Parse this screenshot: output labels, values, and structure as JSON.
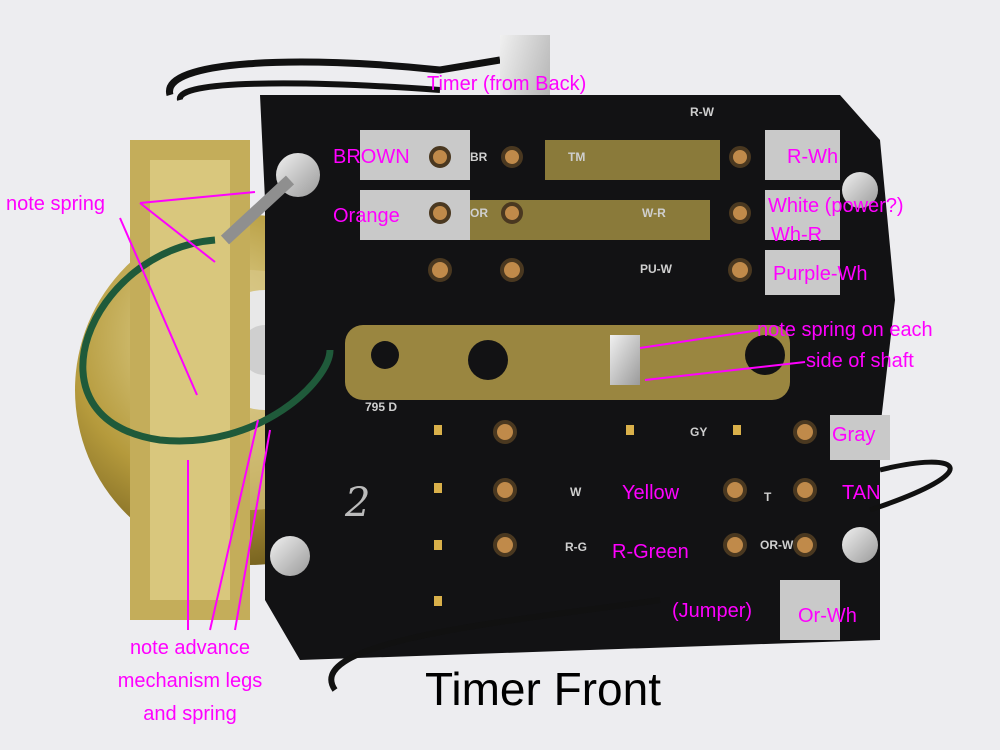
{
  "title": "Timer Front",
  "labels": {
    "timer_back": "Timer (from Back)",
    "brown": "BROWN",
    "orange": "Orange",
    "r_wh": "R-Wh",
    "white_power": "White (power?)",
    "wh_r": "Wh-R",
    "purple_wh": "Purple-Wh",
    "note_spring": "note spring",
    "note_spring_shaft_1": "note spring on each",
    "note_spring_shaft_2": "side of shaft",
    "gray": "Gray",
    "yellow": "Yellow",
    "tan": "TAN",
    "r_green": "R-Green",
    "jumper": "(Jumper)",
    "or_wh": "Or-Wh",
    "note_advance_1": "note advance",
    "note_advance_2": "mechanism legs",
    "note_advance_3": "and spring"
  },
  "terminal_marks": {
    "br": "BR",
    "tm": "TM",
    "rw": "R-W",
    "or": "OR",
    "wr": "W-R",
    "puw": "PU-W",
    "gy": "GY",
    "w": "W",
    "t": "T",
    "rg": "R-G",
    "orw": "OR-W",
    "part": "795 D",
    "hand": "2"
  },
  "colors": {
    "annotation": "#ff00ff",
    "board": "#121214",
    "brass": "#b59a3c",
    "background": "#ededf0"
  }
}
